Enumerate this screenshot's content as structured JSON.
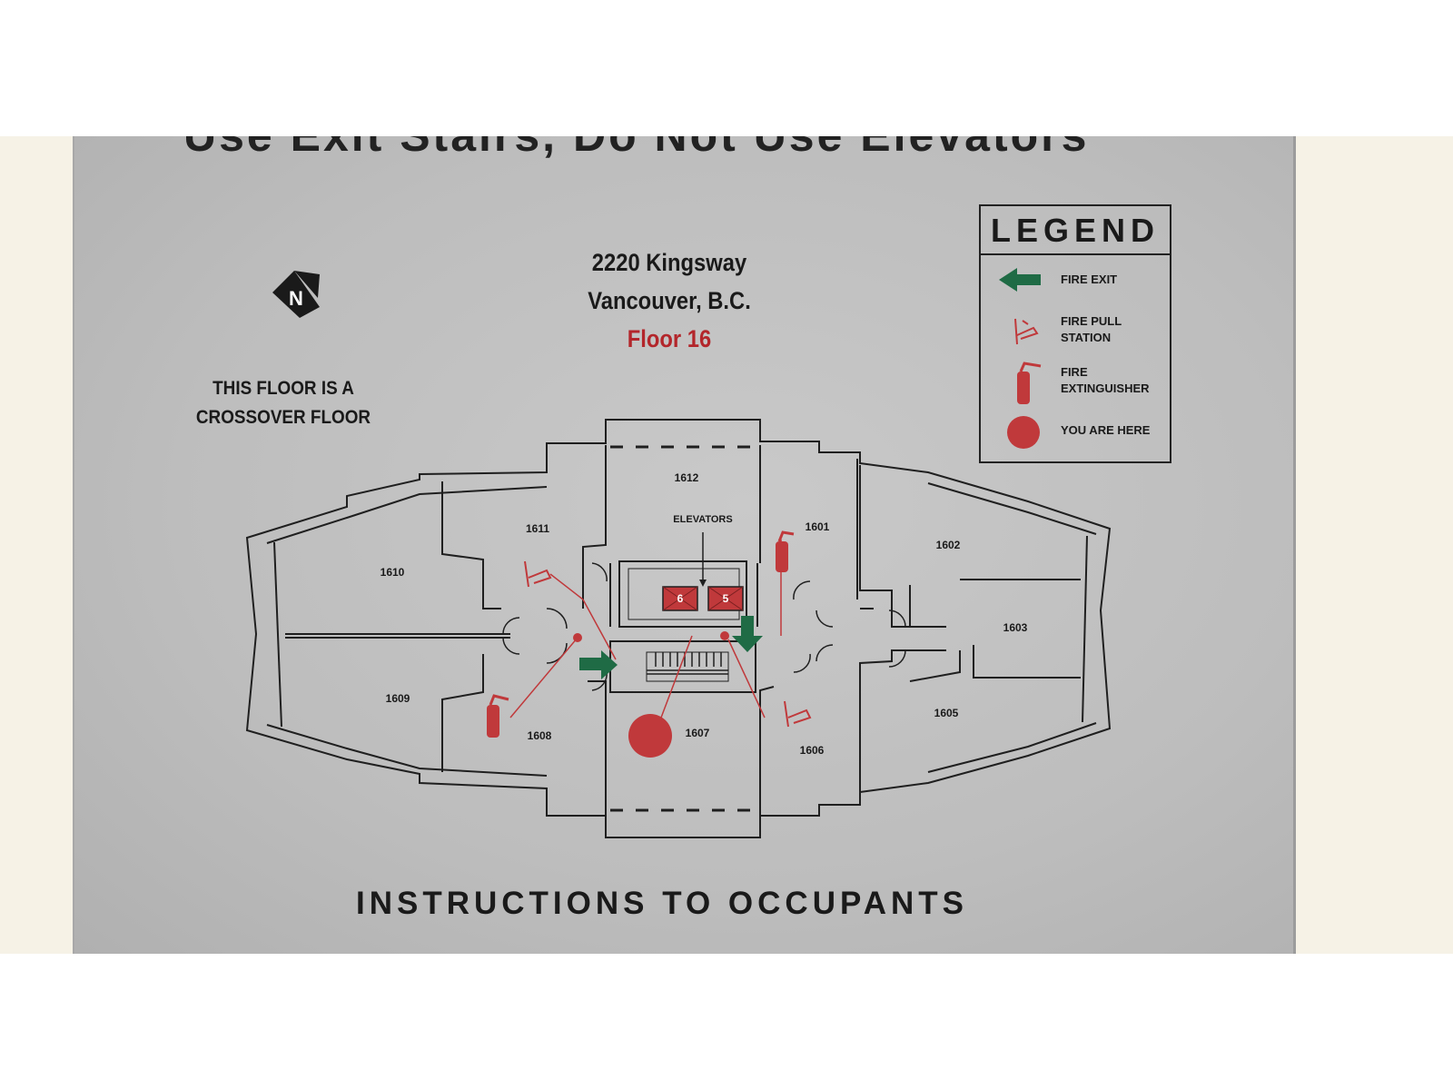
{
  "sign": {
    "cut_title": "Use Exit Stairs, Do Not Use Elevators",
    "address_line1": "2220 Kingsway",
    "address_line2": "Vancouver, B.C.",
    "floor": "Floor 16",
    "north_marker": "N",
    "crossover_line1": "THIS FLOOR IS A",
    "crossover_line2": "CROSSOVER FLOOR",
    "instructions_heading": "INSTRUCTIONS TO OCCUPANTS"
  },
  "legend": {
    "title": "LEGEND",
    "items": [
      {
        "label_line1": "FIRE  EXIT",
        "label_line2": "",
        "icon": "green-arrow-icon",
        "color": "#1f6b45"
      },
      {
        "label_line1": "FIRE PULL",
        "label_line2": "STATION",
        "icon": "fire-pull-station-icon",
        "color": "#c0393b"
      },
      {
        "label_line1": "FIRE",
        "label_line2": "EXTINGUISHER",
        "icon": "fire-extinguisher-icon",
        "color": "#c0393b"
      },
      {
        "label_line1": "YOU ARE HERE",
        "label_line2": "",
        "icon": "red-dot-icon",
        "color": "#c0393b"
      }
    ]
  },
  "plan": {
    "elevators_label": "ELEVATORS",
    "elevator_numbers": [
      "6",
      "5"
    ],
    "units": [
      "1612",
      "1611",
      "1601",
      "1602",
      "1610",
      "1603",
      "1609",
      "1605",
      "1608",
      "1607",
      "1606"
    ]
  },
  "colors": {
    "exit_green": "#1f6b45",
    "safety_red": "#c0393b",
    "floor_red": "#b3262b",
    "plate_silver": "#c4c4c4",
    "wall_cream": "#f6f2e6"
  }
}
